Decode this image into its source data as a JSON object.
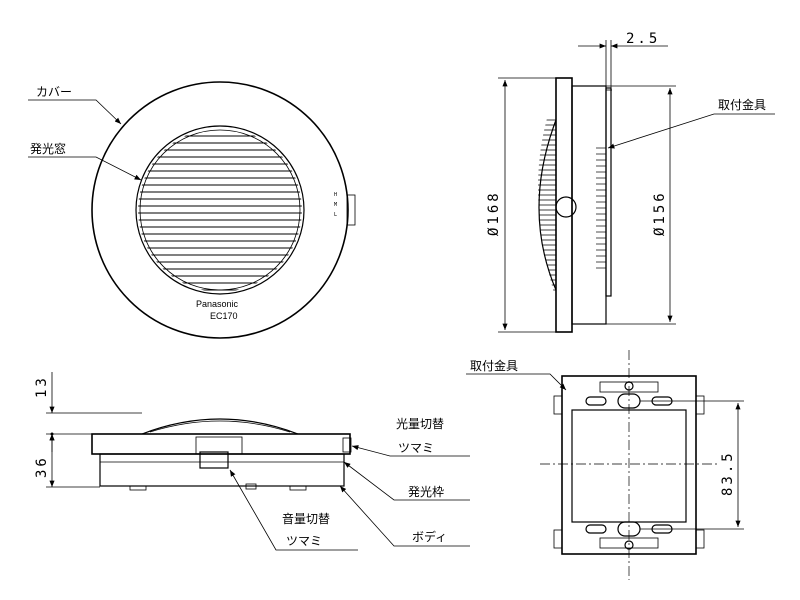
{
  "labels": {
    "cover": "カバー",
    "window": "発光窓",
    "bracket_top": "取付金具",
    "bracket_bottom": "取付金具",
    "light_switch_line1": "光量切替",
    "light_switch_line2": "ツマミ",
    "frame": "発光枠",
    "body": "ボディ",
    "volume_switch_line1": "音量切替",
    "volume_switch_line2": "ツマミ"
  },
  "brand": {
    "name": "Panasonic",
    "model": "EC170"
  },
  "dimensions": {
    "thickness": "2.5",
    "outer_diameter": "Ø168",
    "inner_diameter": "Ø156",
    "top_height": "13",
    "body_height": "36",
    "hole_pitch": "83.5"
  },
  "colors": {
    "line": "#000000",
    "background": "#ffffff"
  }
}
